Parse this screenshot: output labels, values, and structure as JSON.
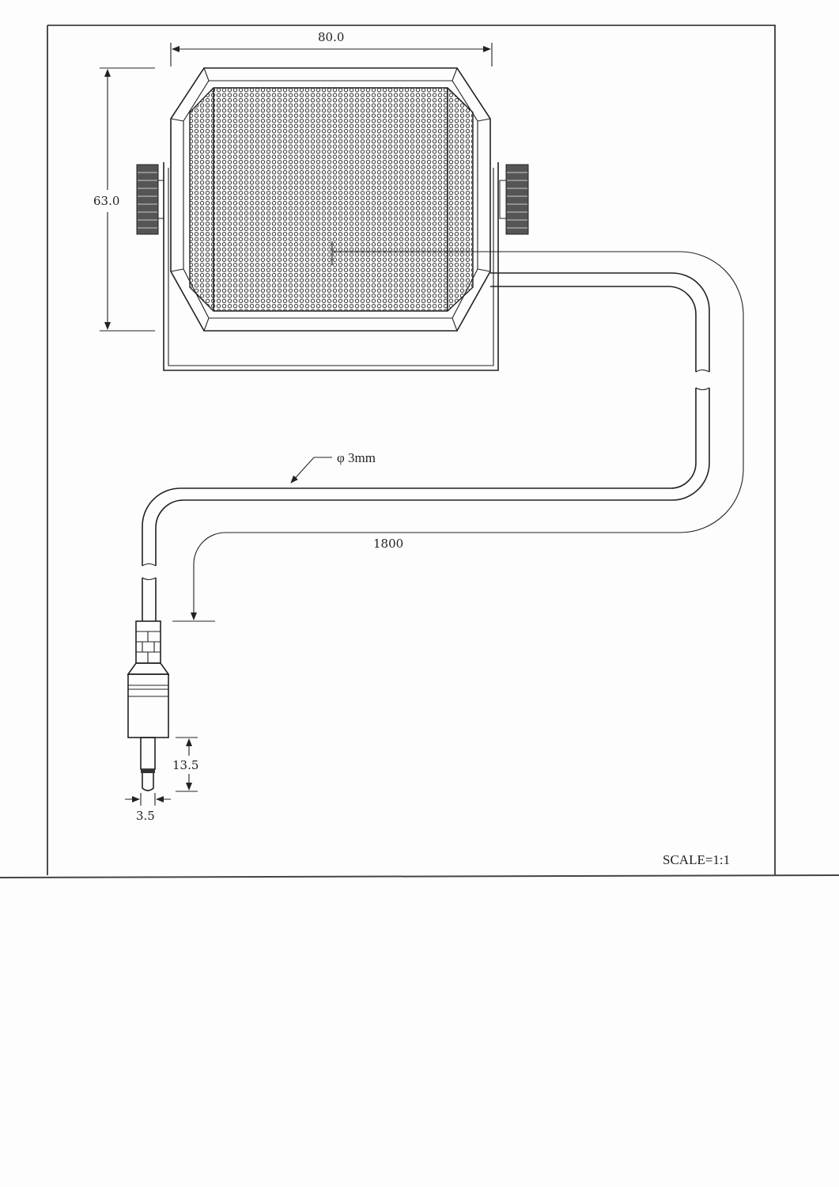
{
  "drawing": {
    "width_dimension": "80.0",
    "height_dimension": "63.0",
    "cable_diameter": "φ 3mm",
    "cable_length": "1800",
    "plug_length": "13.5",
    "plug_diameter": "3.5",
    "scale": "SCALE=1:1"
  },
  "colors": {
    "ink": "#222222",
    "paper": "#fdfdfd"
  }
}
